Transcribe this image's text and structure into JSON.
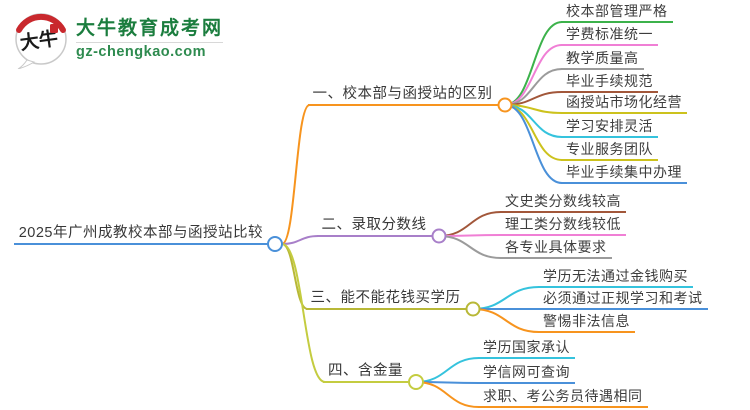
{
  "logo": {
    "title": "大牛教育成考网",
    "subtitle": "gz-chengkao.com",
    "icon_text": "大牛",
    "brand_green": "#1b7d3e",
    "seal_red": "#c9282d"
  },
  "central": {
    "label": "2025年广州成教校本部与函授站比较",
    "color": "#4a90d9"
  },
  "branches": [
    {
      "label": "一、校本部与函授站的区别",
      "color": "#f7941e",
      "children": [
        {
          "label": "校本部管理严格",
          "color": "#3cb24b"
        },
        {
          "label": "学费标准统一",
          "color": "#f07fd5"
        },
        {
          "label": "教学质量高",
          "color": "#9b9b9b"
        },
        {
          "label": "毕业手续规范",
          "color": "#a2573a"
        },
        {
          "label": "函授站市场化经营",
          "color": "#ccc21d"
        },
        {
          "label": "学习安排灵活",
          "color": "#35c3dd"
        },
        {
          "label": "专业服务团队",
          "color": "#ccc21d"
        },
        {
          "label": "毕业手续集中办理",
          "color": "#4a90d9"
        }
      ]
    },
    {
      "label": "二、录取分数线",
      "color": "#a87fc9",
      "children": [
        {
          "label": "文史类分数线较高",
          "color": "#a2573a"
        },
        {
          "label": "理工类分数线较低",
          "color": "#f07fd5"
        },
        {
          "label": "各专业具体要求",
          "color": "#9b9b9b"
        }
      ]
    },
    {
      "label": "三、能不能花钱买学历",
      "color": "#b8b837",
      "children": [
        {
          "label": "学历无法通过金钱购买",
          "color": "#35c3dd"
        },
        {
          "label": "必须通过正规学习和考试",
          "color": "#4a90d9"
        },
        {
          "label": "警惕非法信息",
          "color": "#f7941e"
        }
      ]
    },
    {
      "label": "四、含金量",
      "color": "#c4cc40",
      "children": [
        {
          "label": "学历国家承认",
          "color": "#35c3dd"
        },
        {
          "label": "学信网可查询",
          "color": "#4a90d9"
        },
        {
          "label": "求职、考公务员待遇相同",
          "color": "#f7941e"
        }
      ]
    }
  ]
}
